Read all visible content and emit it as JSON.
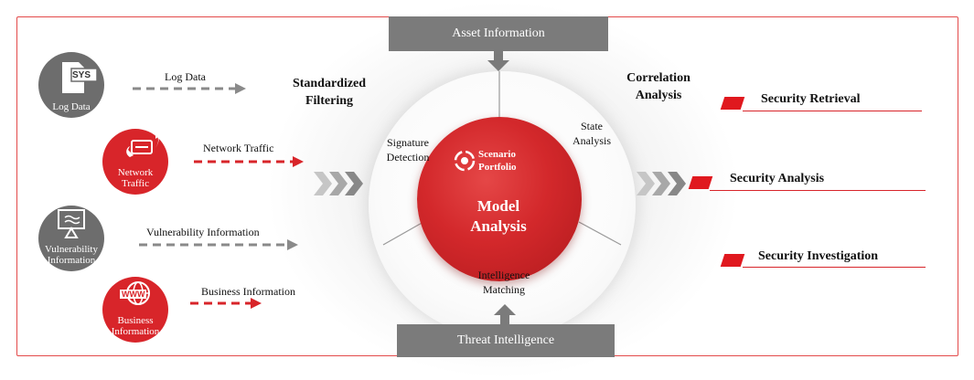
{
  "sources": {
    "log": {
      "title": "Log Data",
      "badge": "SYS",
      "flow_label": "Log Data"
    },
    "network": {
      "title": "Network Traffic",
      "flow_label": "Network Traffic"
    },
    "vulnerability": {
      "title": "Vulnerability Information",
      "flow_label": "Vulnerability Information"
    },
    "business": {
      "title": "Business Information",
      "badge": "WWW",
      "flow_label": "Business Information"
    }
  },
  "stages": {
    "filtering": "Standardized Filtering",
    "correlation": "Correlation Analysis"
  },
  "core": {
    "asset_info": "Asset Information",
    "threat_intel": "Threat Intelligence",
    "signature": "Signature Detection",
    "state": "State Analysis",
    "intelligence": "Intelligence Matching",
    "scenario": "Scenario Portfolio",
    "model": "Model Analysis"
  },
  "outputs": [
    {
      "label": "Security Retrieval"
    },
    {
      "label": "Security Analysis"
    },
    {
      "label": "Security Investigation"
    }
  ],
  "colors": {
    "accent": "#d8252a",
    "gray": "#6d6d6d",
    "bar": "#7b7b7b"
  }
}
